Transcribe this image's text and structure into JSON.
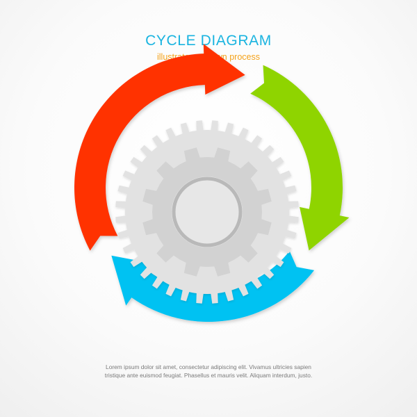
{
  "header": {
    "title": "CYCLE DIAGRAM",
    "subtitle": "illustrate your own process"
  },
  "footer": {
    "line1": "Lorem ipsum dolor sit amet, consectetur adipiscing elit. Vivamus ultricies sapien",
    "line2": "tristique ante euismod feugiat. Phasellus et mauris velit. Aliquam interdum, justo."
  },
  "arrows": [
    {
      "name": "red",
      "color": "#ff3300"
    },
    {
      "name": "green",
      "color": "#8fd400"
    },
    {
      "name": "blue",
      "color": "#00c2f2"
    }
  ],
  "colors": {
    "title": "#1ab4e0",
    "subtitle": "#f4a21a",
    "footer_text": "#7a7a7a",
    "gear_outer": "#e2e2e2",
    "gear_inner": "#d2d2d2",
    "gear_hub": "#e7e7e7",
    "gear_hub_ring": "#b9b9b9"
  },
  "icons": [
    "gear-icon"
  ]
}
